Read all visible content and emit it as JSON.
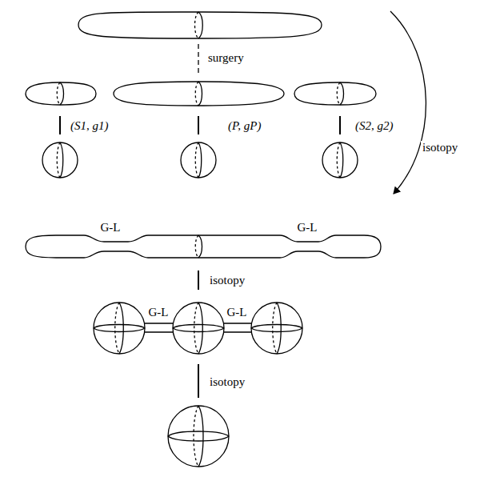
{
  "diagram": {
    "labels": [
      "surgery",
      "(S1, g1)",
      "(P, gP)",
      "(S2, g2)",
      "isotopy",
      "G-L",
      "G-L",
      "isotopy",
      "G-L",
      "G-L",
      "isotopy"
    ]
  }
}
